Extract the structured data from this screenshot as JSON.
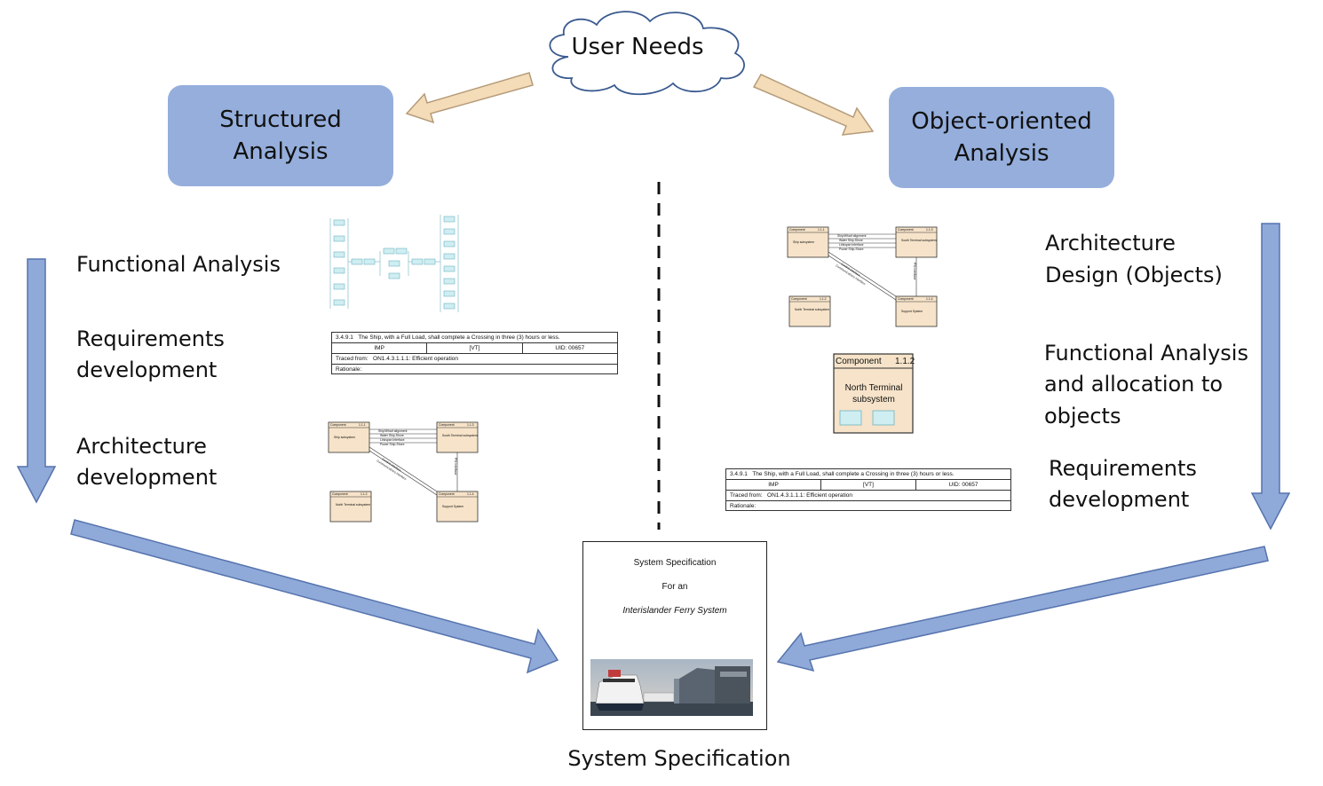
{
  "cloud": {
    "label": "User Needs"
  },
  "structured_box": {
    "line1": "Structured",
    "line2": "Analysis"
  },
  "object_box": {
    "line1": "Object-oriented",
    "line2": "Analysis"
  },
  "left_steps": {
    "functional": "Functional Analysis",
    "requirements_1": "Requirements",
    "requirements_2": "development",
    "architecture_1": "Architecture",
    "architecture_2": "development"
  },
  "right_steps": {
    "arch_1": "Architecture",
    "arch_2": "Design (Objects)",
    "func_1": "Functional Analysis",
    "func_2": "and allocation to",
    "func_3": "objects",
    "req_1": "Requirements",
    "req_2": "development"
  },
  "requirement_table": {
    "id": "3.4.9.1",
    "text": "The Ship, with a Full Load, shall complete a Crossing in three (3) hours or less.",
    "priority": "IMP",
    "verification": "[VT]",
    "uid": "UID: 00657",
    "traced_label": "Traced from:",
    "traced_value": "ON1.4.3.1.1.1: Efficient operation",
    "rationale": "Rationale:"
  },
  "component_diagram": {
    "comp_ship": "Ship subsystem",
    "comp_south": "South Terminal subsystem",
    "comp_north": "North Terminal subsystem",
    "comp_support": "Support System",
    "component_word": "Component",
    "ids": [
      "1.1.1",
      "1.1.3",
      "1.1.2",
      "1.1.4"
    ],
    "interfaces": [
      "Ship/Wharf alignment",
      "Water Ship-Shore",
      "Linkspan interface",
      "Power Ship-Shore"
    ],
    "diag_labels": [
      "Control interface",
      "Communications interface",
      "PSI interface"
    ]
  },
  "component_card": {
    "title": "Component",
    "id": "1.1.2",
    "name_1": "North Terminal",
    "name_2": "subsystem"
  },
  "system_doc": {
    "line1": "System Specification",
    "line2": "For an",
    "line3": "Interislander Ferry System"
  },
  "bottom_label": "System Specification",
  "colors": {
    "box_fill": "#95aedc",
    "arrow_fill": "#8fa9d9",
    "arrow_stroke": "#5573ad",
    "tan_arrow_fill": "#f4dcb9",
    "tan_arrow_stroke": "#b59b78",
    "component_fill": "#f6e3c9",
    "flow_box_fill": "#cfeef2"
  }
}
